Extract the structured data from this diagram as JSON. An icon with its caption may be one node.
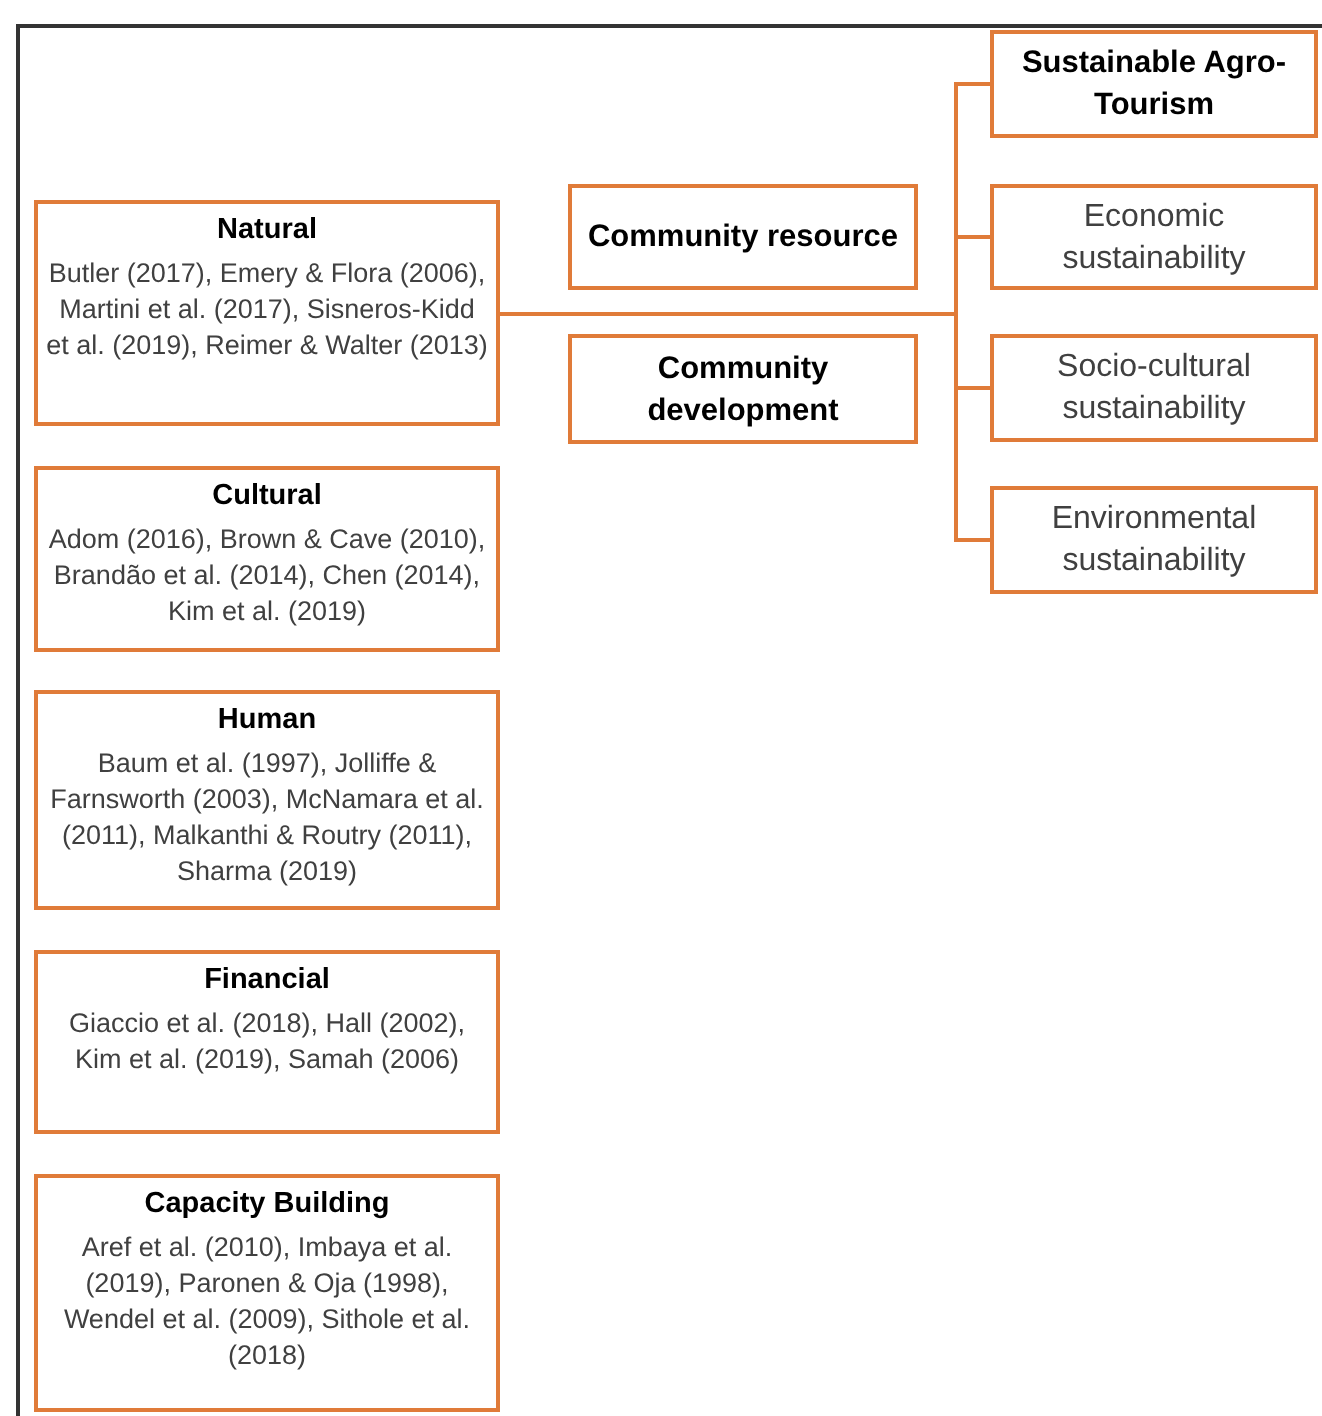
{
  "diagram": {
    "nodes": [
      {
        "text": [
          "Natural",
          "Butler (2017), Emery & Flora (2006), Martini et al. (2017), Sisneros-Kidd et al. (2019), Reimer & Walter (2013)"
        ]
      },
      {
        "text": [
          "Cultural",
          "Adom (2016), Brown & Cave (2010), Brandão et al. (2014), Chen (2014), Kim et al. (2019)"
        ]
      },
      {
        "text": [
          "Human",
          "Baum et al. (1997), Jolliffe & Farnsworth (2003), McNamara et al. (2011), Malkanthi & Routry (2011), Sharma (2019)"
        ]
      },
      {
        "text": [
          "Financial",
          "Giaccio et al. (2018), Hall (2002), Kim et al. (2019), Samah (2006)"
        ]
      },
      {
        "text": [
          "Capacity Building",
          "Aref et al. (2010), Imbaya et al. (2019), Paronen & Oja (1998), Wendel et al. (2009), Sithole et al. (2018)"
        ]
      },
      {
        "text": [
          "Community resource"
        ]
      },
      {
        "text": [
          "Community development"
        ]
      },
      {
        "text": [
          "Sustainable Agro-Tourism"
        ]
      },
      {
        "text": [
          "Economic sustainability"
        ]
      },
      {
        "text": [
          "Socio-cultural sustainability"
        ]
      },
      {
        "text": [
          "Environmental sustainability"
        ]
      }
    ],
    "edges": [
      {
        "from": 0,
        "to": 7,
        "arrow": "none"
      },
      {
        "from": 0,
        "to": 8,
        "arrow": "none"
      },
      {
        "from": 0,
        "to": 9,
        "arrow": "none"
      },
      {
        "from": 0,
        "to": 10,
        "arrow": "none"
      }
    ]
  }
}
